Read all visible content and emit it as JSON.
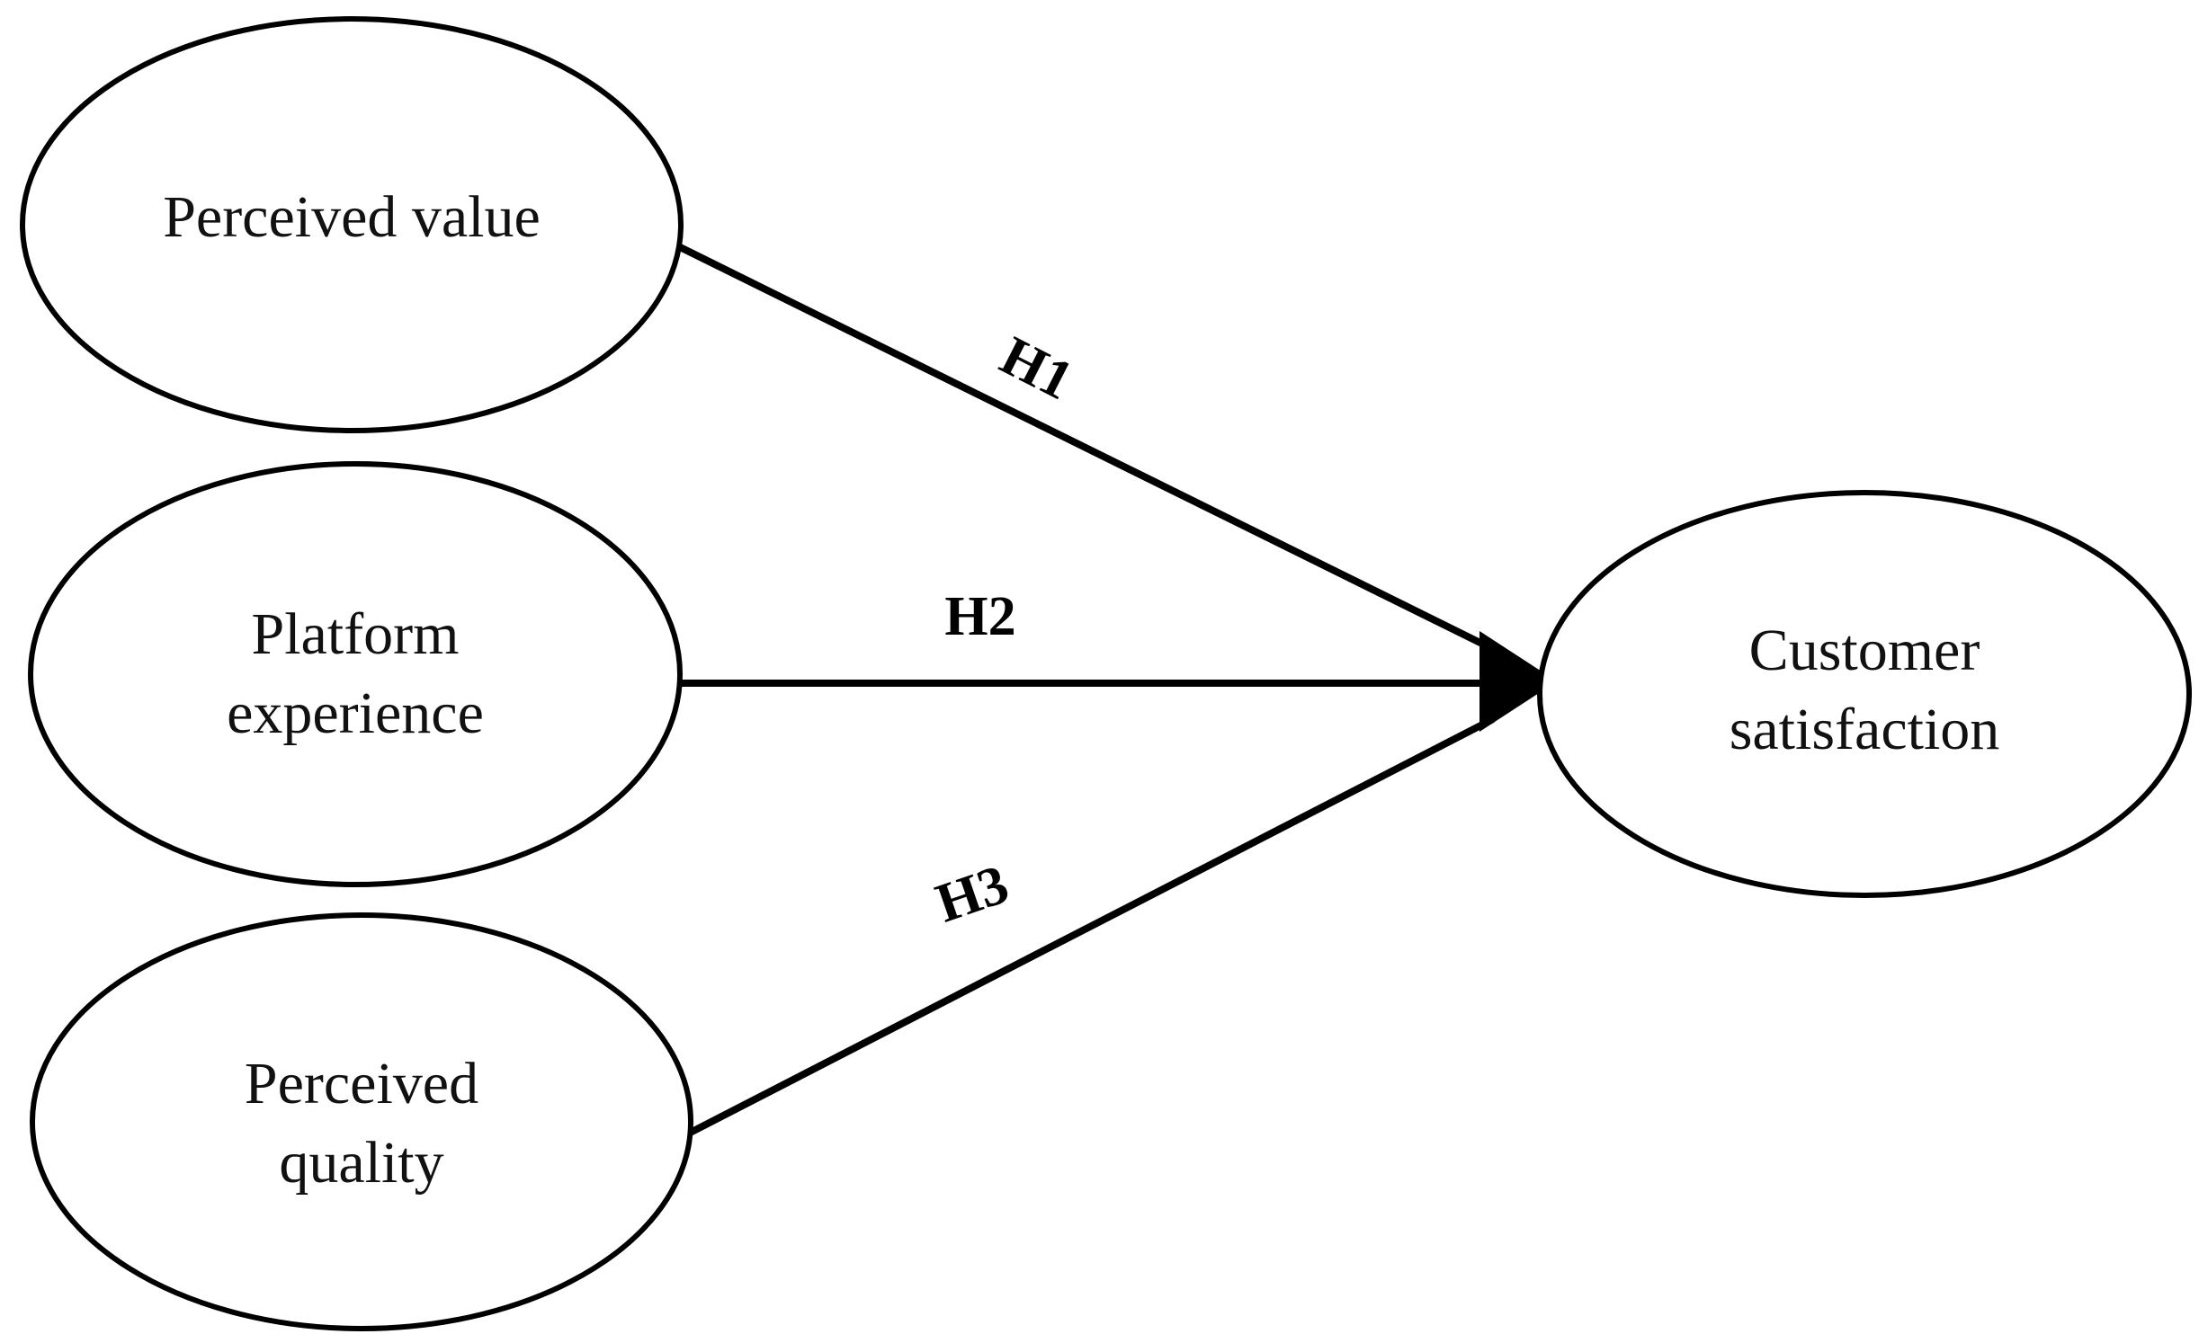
{
  "diagram": {
    "type": "conceptual-research-model",
    "background_color": "#ffffff",
    "line_color": "#000000",
    "text_color": "#111111",
    "nodes": [
      {
        "id": "perceived-value",
        "label": "Perceived value",
        "lines": [
          "Perceived value"
        ],
        "role": "independent-variable",
        "position": "top-left"
      },
      {
        "id": "platform-experience",
        "label": "Platform experience",
        "lines": [
          "Platform",
          "experience"
        ],
        "role": "independent-variable",
        "position": "middle-left"
      },
      {
        "id": "perceived-quality",
        "label": "Perceived quality",
        "lines": [
          "Perceived",
          "quality"
        ],
        "role": "independent-variable",
        "position": "bottom-left"
      },
      {
        "id": "customer-satisfaction",
        "label": "Customer satisfaction",
        "lines": [
          "Customer",
          "satisfaction"
        ],
        "role": "dependent-variable",
        "position": "right"
      }
    ],
    "edges": [
      {
        "id": "h1",
        "label": "H1",
        "from": "perceived-value",
        "to": "customer-satisfaction",
        "style": "solid-arrow",
        "label_rotation_deg": 27
      },
      {
        "id": "h2",
        "label": "H2",
        "from": "platform-experience",
        "to": "customer-satisfaction",
        "style": "solid-arrow",
        "label_rotation_deg": 0
      },
      {
        "id": "h3",
        "label": "H3",
        "from": "perceived-quality",
        "to": "customer-satisfaction",
        "style": "solid-arrow",
        "label_rotation_deg": -19
      }
    ]
  }
}
